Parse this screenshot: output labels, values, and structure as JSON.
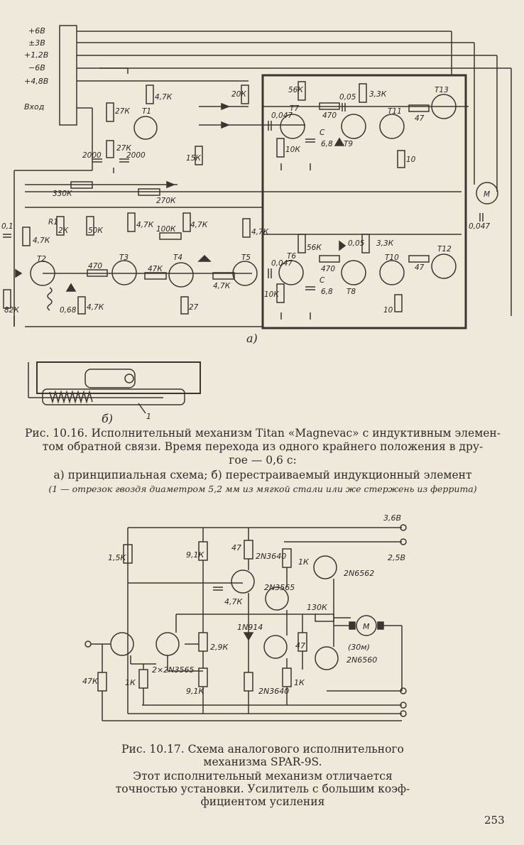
{
  "figure1": {
    "power_labels": [
      "+6В",
      "±3В",
      "+1,2В",
      "−6В",
      "+4,8В",
      "Вход"
    ],
    "transistors": [
      "T1",
      "T2",
      "T3",
      "T4",
      "T5",
      "T6",
      "T7",
      "T8",
      "T9",
      "T10",
      "T11",
      "T12",
      "T13"
    ],
    "component_labels": {
      "r27k_a": "27К",
      "r27k_b": "27К",
      "c2000_a": "2000",
      "c2000_b": "2000",
      "r4_7k_t1": "4,7К",
      "r20k": "20К",
      "r15k": "15К",
      "r330k": "330К",
      "r270k": "270К",
      "c0_1": "0,1",
      "r1": "R1",
      "r2k": "2К",
      "r50k": "50К",
      "r4_7k_r1": "4,7К",
      "r4_7k_t3": "4,7К",
      "r100k": "100К",
      "r4_7k_t4": "4,7К",
      "r470_t3": "470",
      "r47k": "47К",
      "r82k": "82К",
      "l0_68": "0,68",
      "r4_7k_d": "4,7К",
      "r27": "27",
      "r4_7k_t5b": "4,7К",
      "r4_7k_t5": "4,7К",
      "r56k_top": "56К",
      "c0_047_top": "0,047",
      "r470_top": "470",
      "c0_05_top": "0,05",
      "r3_3k_top": "3,3К",
      "r47_top": "47",
      "r10k_top": "10К",
      "c_top": "C",
      "c6_8_top": "6,8",
      "r10_top": "10",
      "motor": "М",
      "c0_047_m": "0,047",
      "r56k_bot": "56К",
      "c0_047_bot": "0,047",
      "r470_bot": "470",
      "c0_05_bot": "0,05",
      "r3_3k_bot": "3,3К",
      "r47_bot": "47",
      "r10k_bot": "10К",
      "c_bot": "C",
      "c6_8_bot": "6,8",
      "r10_bot": "10"
    },
    "sub_a": "а)",
    "sub_b": "б)",
    "element_number": "1"
  },
  "caption1": {
    "line1": "Рис. 10.16. Исполнительный механизм Titan «Magnevac» с индуктивным элемен-",
    "line2": "том обратной связи. Время перехода из одного крайнего положения в дру-",
    "line3": "гое — 0,6 с:",
    "sub": "а) принципиальная схема; б) перестраиваемый индукционный элемент",
    "note": "(1 — отрезок гвоздя диаметром 5,2 мм из мягкой стали или же стержень из феррита)"
  },
  "figure2": {
    "labels": {
      "v36": "3,6В",
      "v25": "2,5В",
      "r1_5k": "1,5К",
      "r9_1k_a": "9,1К",
      "r47_a": "47",
      "q2n3640_a": "2N3640",
      "r1k_a": "1К",
      "q2n6562": "2N6562",
      "c4_7k": "4,7К",
      "q2n3565": "2N3565",
      "r130k": "130К",
      "d1n914": "1N914",
      "motor": "М",
      "r30m": "(30м)",
      "q2n6560": "2N6560",
      "r2_9k": "2,9К",
      "r47_b": "47",
      "q2x2n3565": "2×2N3565",
      "r47k": "47К",
      "r1k_b": "1К",
      "r9_1k_b": "9,1К",
      "q2n3640_b": "2N3640",
      "r1k_c": "1К"
    }
  },
  "caption2": {
    "line1": "Рис. 10.17. Схема аналогового исполнительного",
    "line2": "механизма SPAR-9S.",
    "desc1": "Этот исполнительный механизм отличается",
    "desc2": "точностью установки. Усилитель с большим коэф-",
    "desc3": "фициентом усиления"
  },
  "page_number": "253"
}
